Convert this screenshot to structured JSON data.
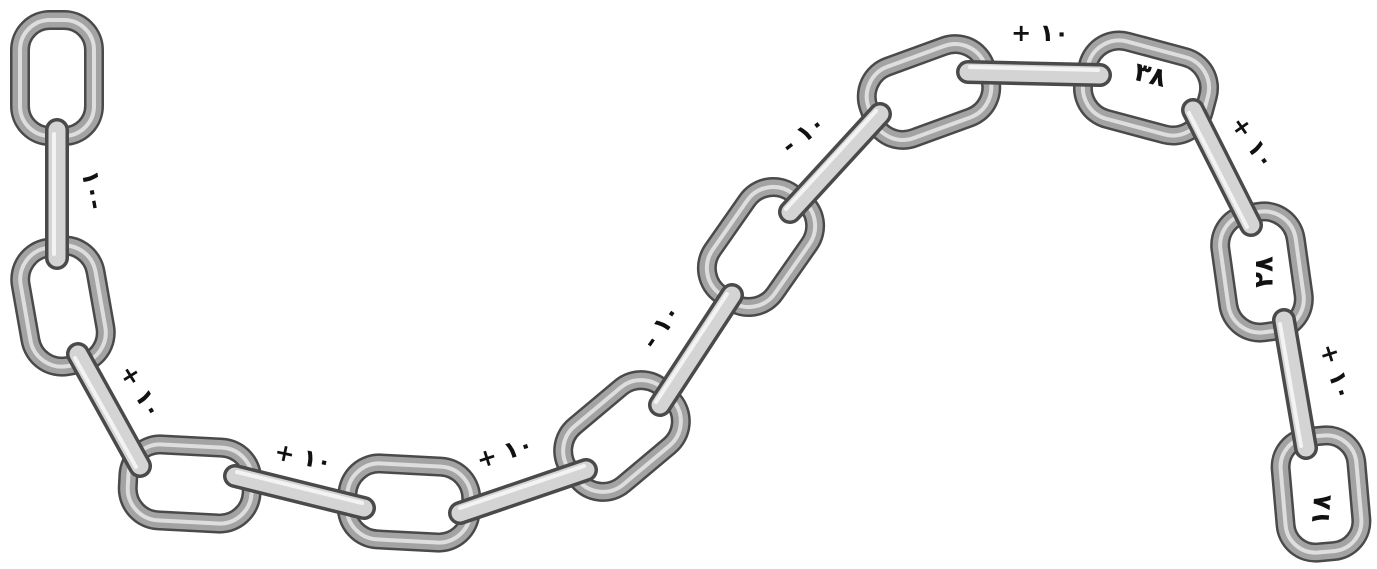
{
  "colors": {
    "background": "#ffffff",
    "link_outline": "#4a4a4a",
    "link_body": "#9a9a9a",
    "link_highlight": "#dcdcdc",
    "bar_body": "#d4d4d4",
    "text": "#111111"
  },
  "chain": {
    "link_values": [
      "١٨",
      "٢٨",
      "٣٨"
    ],
    "operations": [
      "١٠-",
      "+ ١٠",
      "+ ١٠",
      "+ ١٠",
      "- ١٠",
      "- ١٠",
      "+ ١٠",
      "+ ١٠",
      "+ ١٠"
    ]
  }
}
